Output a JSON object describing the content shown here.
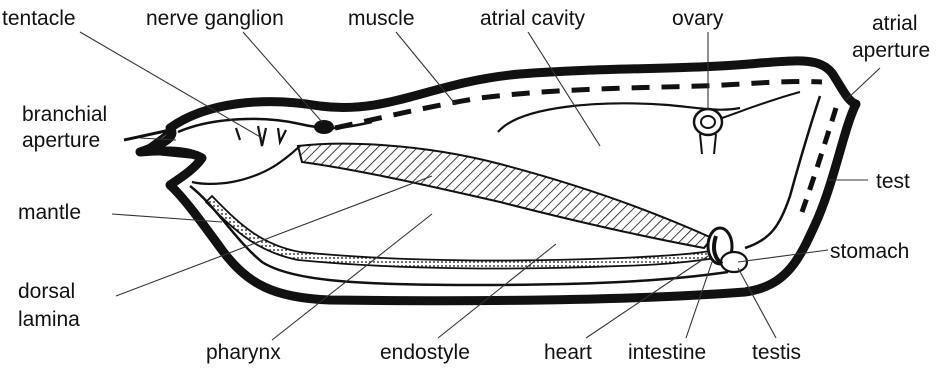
{
  "labels": {
    "tentacle": "tentacle",
    "nerve_ganglion": "nerve ganglion",
    "muscle": "muscle",
    "atrial_cavity": "atrial cavity",
    "ovary": "ovary",
    "atrial_aperture_line1": "atrial",
    "atrial_aperture_line2": "aperture",
    "branchial_aperture_line1": "branchial",
    "branchial_aperture_line2": "aperture",
    "test": "test",
    "mantle": "mantle",
    "stomach": "stomach",
    "dorsal_lamina_line1": "dorsal",
    "dorsal_lamina_line2": "lamina",
    "pharynx": "pharynx",
    "endostyle": "endostyle",
    "heart": "heart",
    "intestine": "intestine",
    "testis": "testis"
  },
  "colors": {
    "ink": "#111111",
    "background": "#ffffff"
  }
}
